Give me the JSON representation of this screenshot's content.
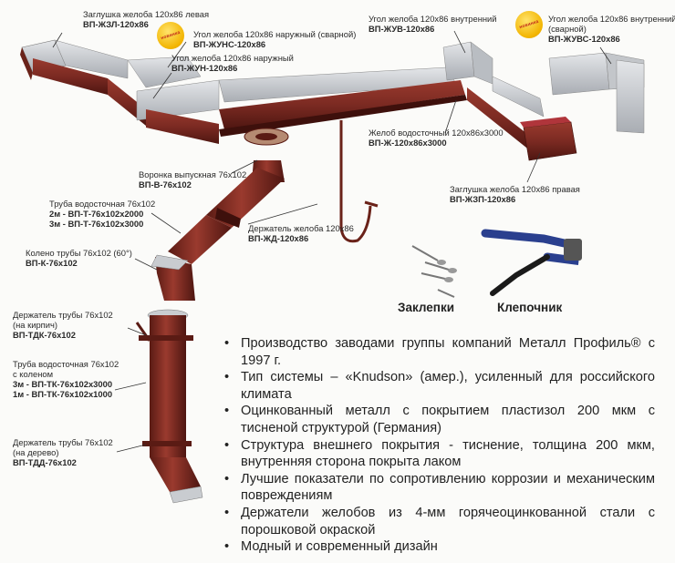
{
  "labels": {
    "cap_left": {
      "name": "Заглушка желоба 120х86 левая",
      "code": "ВП-ЖЗЛ-120х86"
    },
    "outer_corner_welded": {
      "name": "Угол желоба 120х86 наружный (сварной)",
      "code": "ВП-ЖУНС-120х86"
    },
    "outer_corner": {
      "name": "Угол желоба 120х86 наружный",
      "code": "ВП-ЖУН-120х86"
    },
    "inner_corner": {
      "name": "Угол желоба 120х86 внутренний",
      "code": "ВП-ЖУВ-120х86"
    },
    "inner_corner_welded": {
      "name_lines": [
        "Угол желоба 120х86 внутренний",
        "(сварной)"
      ],
      "code": "ВП-ЖУВС-120х86"
    },
    "gutter": {
      "name": "Желоб водосточный 120х86х3000",
      "code": "ВП-Ж-120х86х3000"
    },
    "cap_right": {
      "name": "Заглушка желоба 120х86 правая",
      "code": "ВП-ЖЗП-120х86"
    },
    "outlet": {
      "name": "Воронка выпускная 76х102",
      "code": "ВП-В-76х102"
    },
    "pipe": {
      "name": "Труба водосточная 76х102",
      "code_lines": [
        "2м - ВП-Т-76х102х2000",
        "3м - ВП-Т-76х102х3000"
      ]
    },
    "gutter_holder": {
      "name": "Держатель желоба 120х86",
      "code": "ВП-ЖД-120х86"
    },
    "elbow": {
      "name": "Колено трубы 76х102 (60°)",
      "code": "ВП-К-76х102"
    },
    "pipe_holder_brick": {
      "name_lines": [
        "Держатель трубы 76х102",
        "(на кирпич)"
      ],
      "code": "ВП-ТДК-76х102"
    },
    "pipe_with_elbow": {
      "name_lines": [
        "Труба водосточная 76х102",
        "с коленом"
      ],
      "code_lines": [
        "3м - ВП-ТК-76х102х3000",
        "1м - ВП-ТК-76х102х1000"
      ]
    },
    "pipe_holder_wood": {
      "name_lines": [
        "Держатель трубы 76х102",
        "(на дерево)"
      ],
      "code": "ВП-ТДД-76х102"
    }
  },
  "tools": {
    "rivets": "Заклепки",
    "riveter": "Клепочник"
  },
  "badge_text": "новинка",
  "features": [
    "Производство заводами группы компаний Металл Профиль® с 1997 г.",
    "Тип системы – «Knudson» (амер.), усиленный для российского климата",
    "Оцинкованный металл с покрытием пластизол 200 мкм с тисненой структурой (Германия)",
    "Структура внешнего покрытия - тиснение, толщина 200 мкм, внутренняя сторона покрыта лаком",
    "Лучшие показатели по сопротивлению коррозии и механическим повреждениям",
    "Держатели желобов из 4-мм горячеоцинкованной стали с порошковой окраской",
    "Модный и современный дизайн"
  ],
  "colors": {
    "gutter": "#7b2a22",
    "gutter_dark": "#4e1611",
    "metal": "#c9ccd0",
    "metal_dark": "#9a9ea4",
    "badge": "#f2b400"
  }
}
